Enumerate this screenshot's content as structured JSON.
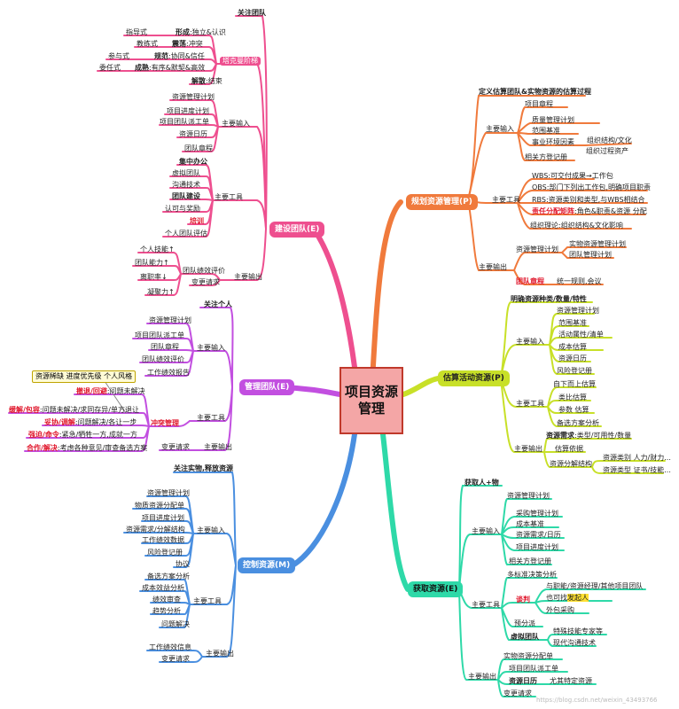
{
  "root": "项目资源管理",
  "branches": {
    "plan": {
      "label": "规划资源管理(P)",
      "color": "#f07a3c",
      "top": "定义估算团队&实物资源的估算过程",
      "inputs_label": "主要输入",
      "inputs": [
        "项目章程",
        "质量管理计划",
        "范围基准",
        "事业环境因素",
        "组织结构/文化",
        "组织过程资产",
        "相关方登记册"
      ],
      "tools_label": "主要工具",
      "tools": [
        "WBS:可交付成果→工作包",
        "OBS:部门下列出工作包,明确项目职责",
        "RBS:资源类别和类型,与WBS相结合",
        "责任分配矩阵",
        ":角色&职责&资源 分配",
        "组织理论:组织结构&文化影响"
      ],
      "outputs_label": "主要输出",
      "outputs": [
        "资源管理计划",
        "实物资源管理计划",
        "团队管理计划",
        "团队章程",
        "统一规则,会议"
      ]
    },
    "estimate": {
      "label": "估算活动资源(P)",
      "color": "#c8e028",
      "top": "明确资源种类/数量/特性",
      "inputs_label": "主要输入",
      "inputs": [
        "资源管理计划",
        "范围基准",
        "活动属性/清单",
        "成本估算",
        "资源日历",
        "风险登记册"
      ],
      "tools_label": "主要工具",
      "tools": [
        "自下而上估算",
        "类比估算",
        "参数 估算",
        "备选方案分析"
      ],
      "outputs_label": "主要输出",
      "outputs": [
        "资源需求",
        ":类型/可用性/数量",
        "估算依据",
        "资源分解结构",
        "资源类别 人力/财力...",
        "资源类型 证书/技能..."
      ]
    },
    "acquire": {
      "label": "获取资源(E)",
      "color": "#2ed9a8",
      "top": "获取人+物",
      "inputs_label": "主要输入",
      "inputs": [
        "资源管理计划",
        "采购管理计划",
        "成本基准",
        "资源需求/日历",
        "项目进度计划",
        "相关方登记册"
      ],
      "tools_label": "主要工具",
      "tools": [
        "多标准决策分析",
        "谈判",
        "与职能/资源经理/其他项目团队",
        "也可找",
        "发起人",
        "外包采购",
        "预分派",
        "虚拟团队",
        "特殊技能专家等",
        "现代沟通技术"
      ],
      "outputs_label": "主要输出",
      "outputs": [
        "实物资源分配单",
        "项目团队派工单",
        "资源日历",
        "尤其特定资源",
        "变更请求"
      ]
    },
    "control": {
      "label": "控制资源(M)",
      "color": "#4a8fe0",
      "top": "关注实物,释放资源",
      "inputs_label": "主要输入",
      "inputs": [
        "资源管理计划",
        "物质资源分配单",
        "项目进度计划",
        "资源需求/分解结构",
        "工作绩效数据",
        "风险登记册",
        "协议"
      ],
      "tools_label": "主要工具",
      "tools": [
        "备选方案分析",
        "成本效益分析",
        "绩效审查",
        "趋势分析",
        "问题解决"
      ],
      "outputs_label": "主要输出",
      "outputs": [
        "工作绩效信息",
        "变更请求"
      ]
    },
    "manage": {
      "label": "管理团队(E)",
      "color": "#c24fe0",
      "top": "关注个人",
      "inputs_label": "主要输入",
      "inputs": [
        "资源管理计划",
        "项目团队派工单",
        "团队章程",
        "团队绩效评价",
        "工作绩效报告"
      ],
      "tools_label": "主要工具",
      "conflict": "冲突管理",
      "tip": "资源稀缺 进度优先级 个人风格",
      "conflict_items": [
        {
          "key": "撤退/回避",
          "text": ":问题未解决"
        },
        {
          "key": "缓解/包容",
          "text": ":问题未解决/求同存异/单方退让"
        },
        {
          "key": "妥协/调解",
          "text": ":问题解决/各让一步"
        },
        {
          "key": "强迫/命令",
          "text": ":紧急/牺牲一方,成就一方"
        },
        {
          "key": "合作/解决",
          "text": ":考虑各种意见/审查备选方案"
        }
      ],
      "outputs_label": "主要输出",
      "outputs": [
        "变更请求"
      ]
    },
    "develop": {
      "label": "建设团队(E)",
      "color": "#ee4f8f",
      "top": "关注团队",
      "tuckman": "塔克曼阶梯",
      "stages": [
        {
          "key": "形成",
          "text": ":独立&认识",
          "left": "指导式"
        },
        {
          "key": "震荡",
          "text": ":冲突",
          "left": "教练式"
        },
        {
          "key": "规范",
          "text": ":协同&信任",
          "left": "参与式"
        },
        {
          "key": "成熟",
          "text": ":有序&默契&高效",
          "left": "委任式"
        },
        {
          "key": "解散",
          "text": ":结束",
          "left": ""
        }
      ],
      "inputs_label": "主要输入",
      "inputs": [
        "资源管理计划",
        "项目进度计划",
        "项目团队派工单",
        "资源日历",
        "团队章程"
      ],
      "tools_label": "主要工具",
      "tools": [
        "集中办公",
        "虚拟团队",
        "沟通技术",
        "团队建设",
        "认可与奖励",
        "培训",
        "个人团队评估"
      ],
      "outputs_label": "主要输出",
      "outputs": [
        "团队绩效评价",
        "个人技能↑",
        "团队能力↑",
        "离职率↓",
        "凝聚力↑",
        "变更请求"
      ]
    }
  },
  "watermark": "https://blog.csdn.net/weixin_43493766"
}
